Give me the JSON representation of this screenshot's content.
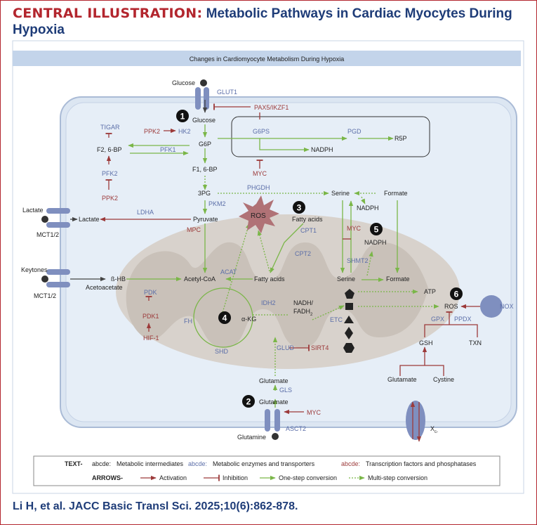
{
  "header": {
    "lead": "CENTRAL ILLUSTRATION:",
    "rest": "Metabolic Pathways in Cardiac Myocytes During Hypoxia"
  },
  "panel_title": "Changes in Cardiomyocyte Metabolism During Hypoxia",
  "nodes": {
    "glucose_out": "Glucose",
    "glut1": "GLUT1",
    "pax5": "PAX5/IKZF1",
    "glucose_in": "Glucose",
    "tigar": "TIGAR",
    "ppk2_top": "PPK2",
    "hk2": "HK2",
    "g6p": "G6P",
    "f26bp": "F2, 6-BP",
    "pfk1": "PFK1",
    "pfk2": "PFK2",
    "ppk2_bot": "PPK2",
    "f16bp": "F1, 6-BP",
    "g6ps": "G6PS",
    "pgd": "PGD",
    "r5p": "R5P",
    "nadph_ppp": "NADPH",
    "myc_top": "MYC",
    "phgdh": "PHGDH",
    "pg3": "3PG",
    "serine_top": "Serine",
    "formate_top": "Formate",
    "nadph_top": "NADPH",
    "lactate_out": "Lactate",
    "mct_a": "MCT1/2",
    "lactate_in": "Lactate",
    "ldha": "LDHA",
    "pkm2": "PKM2",
    "pyruvate": "Pyruvate",
    "ros_burst": "ROS",
    "fatty_acids_top": "Fatty acids",
    "cpt1": "CPT1",
    "cpt2": "CPT2",
    "mpc": "MPC",
    "myc_mid": "MYC",
    "nadph_mid": "NADPH",
    "shmt2": "SHMT2",
    "keytones": "Keytones",
    "mct_b": "MCT1/2",
    "bhb": "ß-HB",
    "acetoacetate": "Acetoacetate",
    "acat": "ACAT",
    "acetyl_coa": "Acetyl-CoA",
    "fatty_acids_mito": "Fatty acids",
    "serine_mito": "Serine",
    "formate_mito": "Formate",
    "pdk": "PDK",
    "pdk1": "PDK1",
    "hif1": "HIF-1",
    "fh": "FH",
    "shd": "SHD",
    "idh2": "IDH2",
    "nadh": "NADH/",
    "fadh": "FADH",
    "fadh_sub": "2",
    "akg": "α-KG",
    "etc": "ETC",
    "glud": "GLUD",
    "sirt4": "SIRT4",
    "atp": "ATP",
    "ros_right": "ROS",
    "nox": "NOX",
    "gpx": "GPX",
    "ppdx": "PPDX",
    "gsh": "GSH",
    "txn": "TXN",
    "glutamate_r": "Glutamate",
    "cystine": "Cystine",
    "glutamate_top": "Glutamate",
    "gls": "GLS",
    "glutamate_bot": "Glutamate",
    "myc_bot": "MYC",
    "glutamine": "Glutamine",
    "asct2": "ASCT2",
    "xc": "X",
    "xc_sub": "c-"
  },
  "steps": [
    "1",
    "2",
    "3",
    "4",
    "5",
    "6"
  ],
  "legend": {
    "text_label": "TEXT-",
    "abbr": "abcde:",
    "intermediates": "Metabolic intermediates",
    "enzymes": "Metabolic enzymes and transporters",
    "factors": "Transcription factors and phosphatases",
    "arrows_label": "ARROWS-",
    "activation": "Activation",
    "inhibition": "Inhibition",
    "one_step": "One-step conversion",
    "multi_step": "Multi-step conversion"
  },
  "citation": "Li H, et al. JACC Basic Transl Sci. 2025;10(6):862-878.",
  "colors": {
    "brand_red": "#b3262e",
    "brand_blue": "#1e3c78",
    "enzyme": "#5b6ea8",
    "factor": "#9c3a3a",
    "conversion": "#7ab648",
    "transporter": "#7f8fbf"
  }
}
